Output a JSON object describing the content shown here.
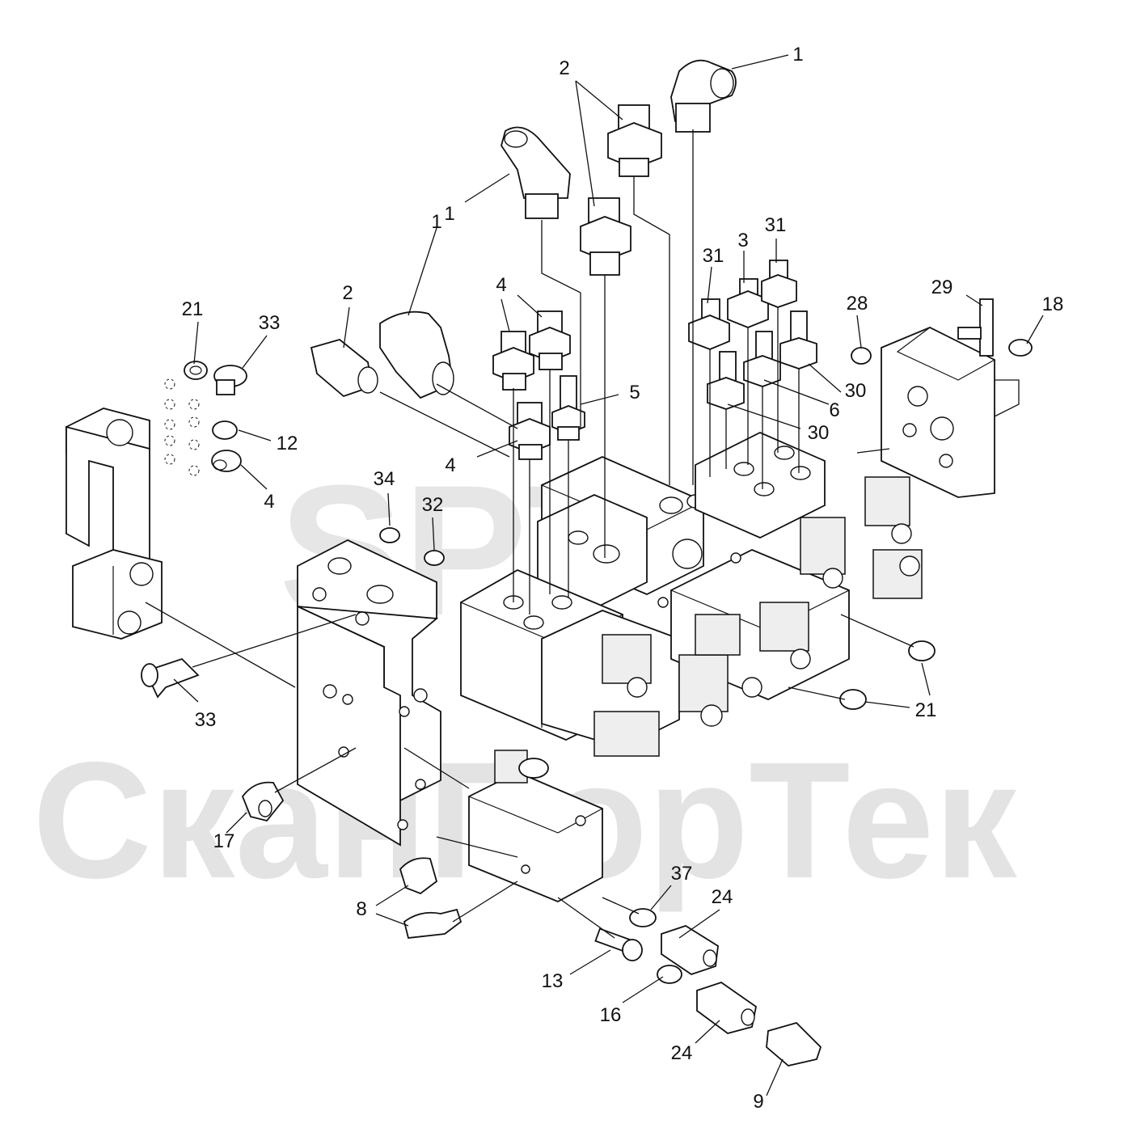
{
  "watermark": {
    "company_name": "СканПорТек",
    "logo_text": "SPT"
  },
  "callouts": [
    {
      "label": "1"
    },
    {
      "label": "2"
    },
    {
      "label": "2"
    },
    {
      "label": "1"
    },
    {
      "label": "1"
    },
    {
      "label": "2"
    },
    {
      "label": "21"
    },
    {
      "label": "33"
    },
    {
      "label": "12"
    },
    {
      "label": "4"
    },
    {
      "label": "4"
    },
    {
      "label": "5"
    },
    {
      "label": "4"
    },
    {
      "label": "31"
    },
    {
      "label": "3"
    },
    {
      "label": "31"
    },
    {
      "label": "28"
    },
    {
      "label": "29"
    },
    {
      "label": "18"
    },
    {
      "label": "30"
    },
    {
      "label": "6"
    },
    {
      "label": "30"
    },
    {
      "label": "34"
    },
    {
      "label": "32"
    },
    {
      "label": "33"
    },
    {
      "label": "21"
    },
    {
      "label": "21"
    },
    {
      "label": "17"
    },
    {
      "label": "8"
    },
    {
      "label": "37"
    },
    {
      "label": "24"
    },
    {
      "label": "13"
    },
    {
      "label": "16"
    },
    {
      "label": "24"
    },
    {
      "label": "9"
    }
  ],
  "colors": {
    "line": "#111111",
    "watermark": "#e3e3e3",
    "background": "#ffffff"
  }
}
